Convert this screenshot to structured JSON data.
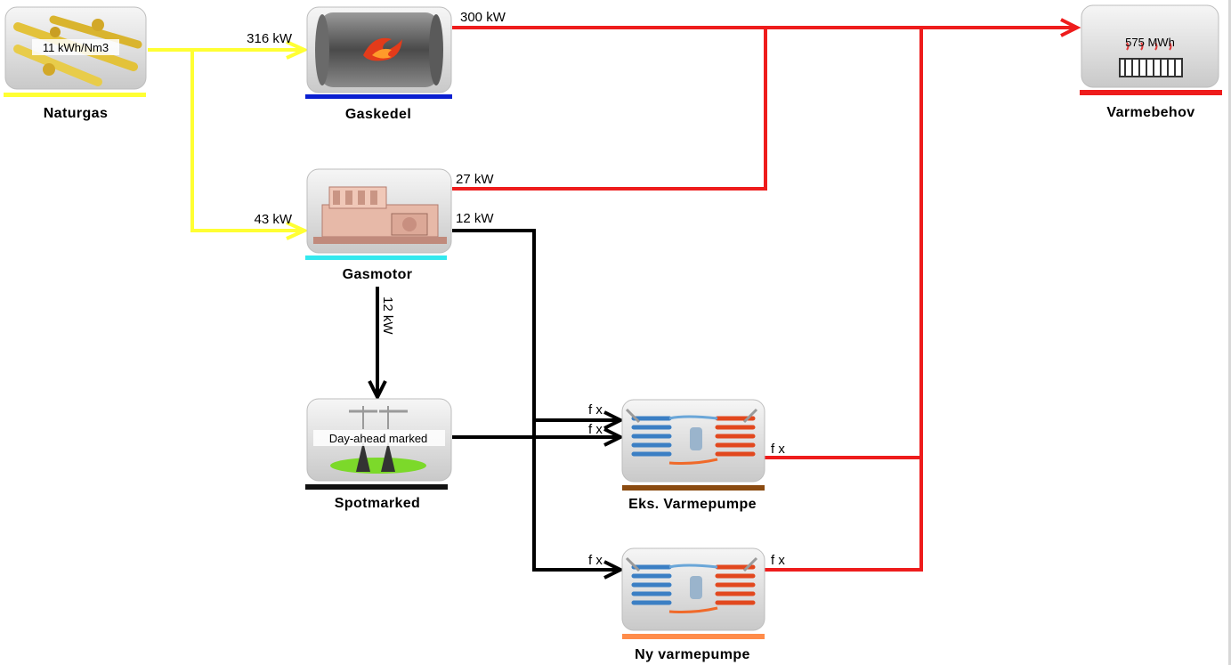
{
  "nodes": {
    "naturgas": {
      "name": "Naturgas",
      "inner_label": "11 kWh/Nm3",
      "bar_color": "#ffff33",
      "icon": "gas-pipeline-icon"
    },
    "gaskedel": {
      "name": "Gaskedel",
      "bar_color": "#0a1fd0",
      "icon": "boiler-flame-icon"
    },
    "gasmotor": {
      "name": "Gasmotor",
      "bar_color": "#33e8ee",
      "icon": "gas-engine-icon"
    },
    "spotmarked": {
      "name": "Spotmarked",
      "inner_label": "Day-ahead marked",
      "bar_color": "#111111",
      "icon": "power-pylon-icon"
    },
    "eks_vp": {
      "name": "Eks. Varmepumpe",
      "bar_color": "#8a4a10",
      "icon": "heat-pump-icon"
    },
    "ny_vp": {
      "name": "Ny varmepumpe",
      "bar_color": "#ff8c4a",
      "icon": "heat-pump-icon"
    },
    "varmebehov": {
      "name": "Varmebehov",
      "inner_label": "575 MWh",
      "bar_color": "#ee1c1c",
      "icon": "radiator-icon"
    }
  },
  "flows": {
    "naturgas_gaskedel": "316 kW",
    "naturgas_gasmotor": "43 kW",
    "gaskedel_varmebehov": "300 kW",
    "gasmotor_heat": "27 kW",
    "gasmotor_power": "12 kW",
    "gasmotor_spot": "12 kW",
    "eks_vp_in_a": "f x",
    "eks_vp_in_b": "f x",
    "eks_vp_out": "f x",
    "ny_vp_in": "f x",
    "ny_vp_out": "f x"
  },
  "colors": {
    "gas_line": "#ffff33",
    "heat_line": "#ee1c1c",
    "power_line": "#000000"
  }
}
